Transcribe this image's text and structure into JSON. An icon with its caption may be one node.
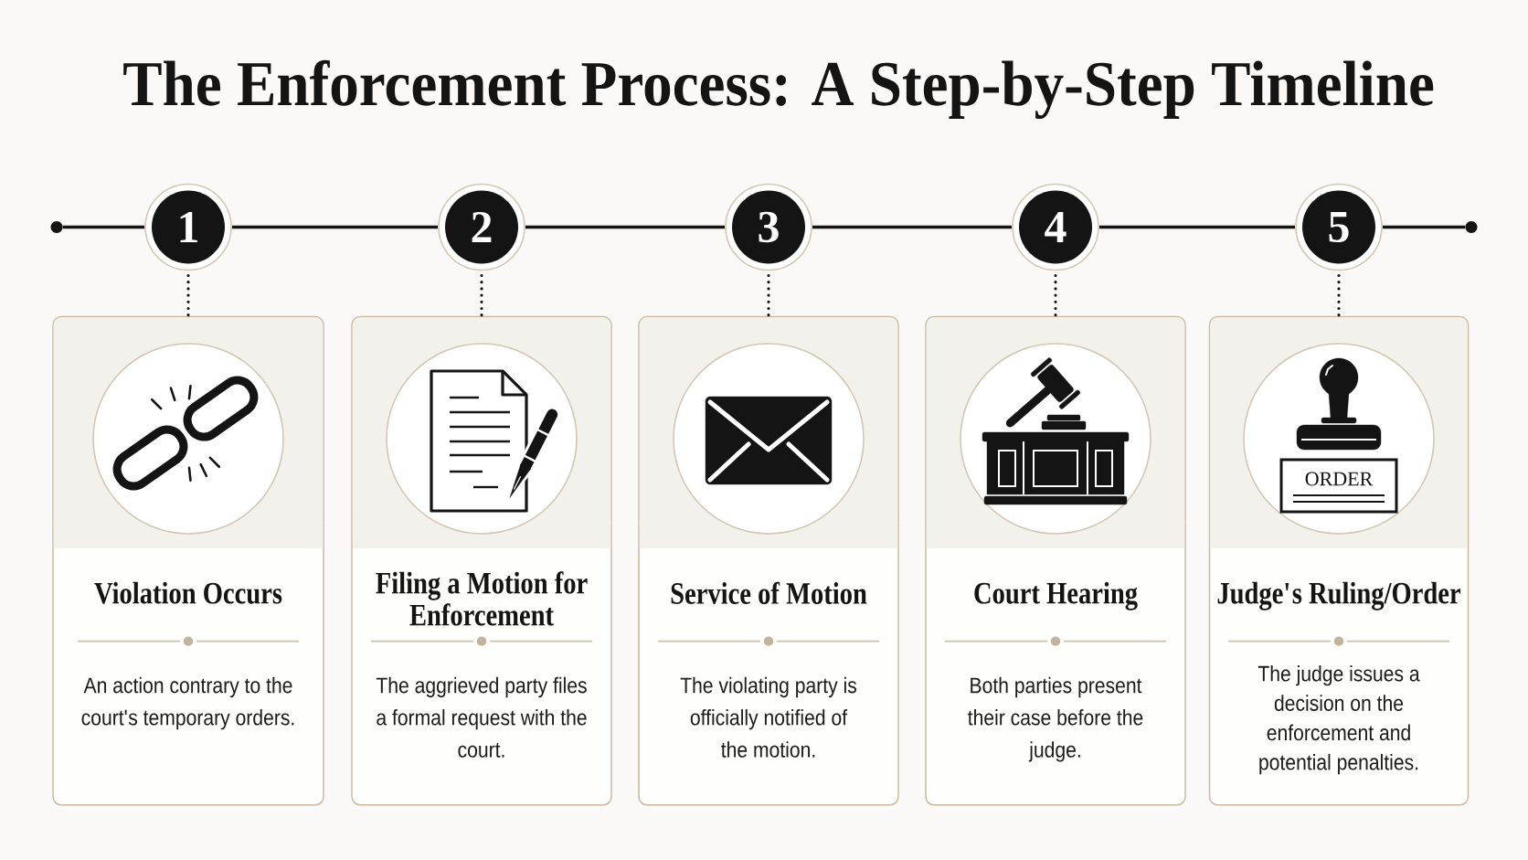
{
  "diagram": {
    "title": "The Enforcement Process: A Step-by-Step Timeline",
    "nodes": [
      {
        "text": [],
        "shape": "circle"
      },
      {
        "text": [
          "1"
        ]
      },
      {
        "text": [
          "2"
        ]
      },
      {
        "text": [
          "3"
        ]
      },
      {
        "text": [
          "4"
        ]
      },
      {
        "text": [
          "5"
        ]
      },
      {
        "text": [],
        "shape": "circle"
      },
      {
        "text": [
          "Violation Occurs",
          "An action contrary to the court's temporary orders."
        ]
      },
      {
        "text": [
          "Filing a Motion for Enforcement",
          "The aggrieved party files a formal request with the court."
        ]
      },
      {
        "text": [
          "Service of Motion",
          "The violating party is officially notified of the motion."
        ]
      },
      {
        "text": [
          "Court Hearing",
          "Both parties present their case before the judge."
        ]
      },
      {
        "text": [
          "Judge's Ruling/Order",
          "The judge issues a decision on the enforcement and potential penalties."
        ]
      }
    ],
    "edges": [
      {
        "from": 0,
        "to": 1,
        "arrow": "none"
      },
      {
        "from": 1,
        "to": 2,
        "arrow": "none"
      },
      {
        "from": 2,
        "to": 3,
        "arrow": "none"
      },
      {
        "from": 3,
        "to": 4,
        "arrow": "none"
      },
      {
        "from": 4,
        "to": 5,
        "arrow": "none"
      },
      {
        "from": 5,
        "to": 6,
        "arrow": "none"
      },
      {
        "from": 1,
        "to": 7,
        "arrow": "none",
        "style": "dashed"
      },
      {
        "from": 2,
        "to": 8,
        "arrow": "none",
        "style": "dashed"
      },
      {
        "from": 3,
        "to": 9,
        "arrow": "none",
        "style": "dashed"
      },
      {
        "from": 4,
        "to": 10,
        "arrow": "none",
        "style": "dashed"
      },
      {
        "from": 5,
        "to": 11,
        "arrow": "none",
        "style": "dashed"
      }
    ],
    "labels": [
      "ORDER"
    ]
  }
}
